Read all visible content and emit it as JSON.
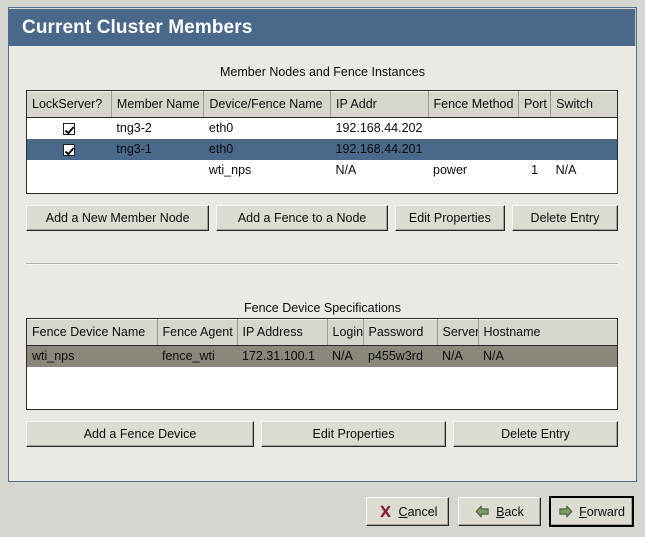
{
  "window": {
    "title": "Current Cluster Members"
  },
  "colors": {
    "titlebar": "#4a688a",
    "selection_active": "#4a688a",
    "selection_inactive": "#8b877a",
    "panel": "#ece9e4",
    "footer": "#d6d6d1",
    "header_cell": "#d8d5cd",
    "cancel_icon": "#8d2336",
    "arrow_icon": "#7c9a64"
  },
  "members_section": {
    "title": "Member Nodes and Fence Instances",
    "columns": [
      "LockServer?",
      "Member Name",
      "Device/Fence Name",
      "IP Addr",
      "Fence Method",
      "Port",
      "Switch"
    ],
    "rows": [
      {
        "lockserver": true,
        "member_name": "tng3-2",
        "device_fence_name": "eth0",
        "ip_addr": "192.168.44.202",
        "fence_method": "",
        "port": "",
        "switch": "",
        "selected": false
      },
      {
        "lockserver": true,
        "member_name": "tng3-1",
        "device_fence_name": "eth0",
        "ip_addr": "192.168.44.201",
        "fence_method": "",
        "port": "",
        "switch": "",
        "selected": true
      },
      {
        "lockserver": false,
        "member_name": "",
        "device_fence_name": "wti_nps",
        "ip_addr": "N/A",
        "fence_method": "power",
        "port": "1",
        "switch": "N/A",
        "selected": false
      }
    ],
    "buttons": [
      "Add a New Member Node",
      "Add a Fence to a Node",
      "Edit Properties",
      "Delete Entry"
    ]
  },
  "fence_section": {
    "title": "Fence Device Specifications",
    "columns": [
      "Fence Device Name",
      "Fence Agent",
      "IP Address",
      "Login",
      "Password",
      "Server",
      "Hostname"
    ],
    "rows": [
      {
        "fence_device_name": "wti_nps",
        "fence_agent": "fence_wti",
        "ip_address": "172.31.100.1",
        "login": "N/A",
        "password": "p455w3rd",
        "server": "N/A",
        "hostname": "N/A",
        "selected": true
      }
    ],
    "buttons": [
      "Add a Fence Device",
      "Edit Properties",
      "Delete Entry"
    ]
  },
  "footer": {
    "buttons": [
      {
        "label": "Cancel",
        "mnemonic": "C",
        "icon": "cancel-x-icon",
        "focused": false
      },
      {
        "label": "Back",
        "mnemonic": "B",
        "icon": "arrow-left-icon",
        "focused": false
      },
      {
        "label": "Forward",
        "mnemonic": "F",
        "icon": "arrow-right-icon",
        "focused": true
      }
    ]
  }
}
